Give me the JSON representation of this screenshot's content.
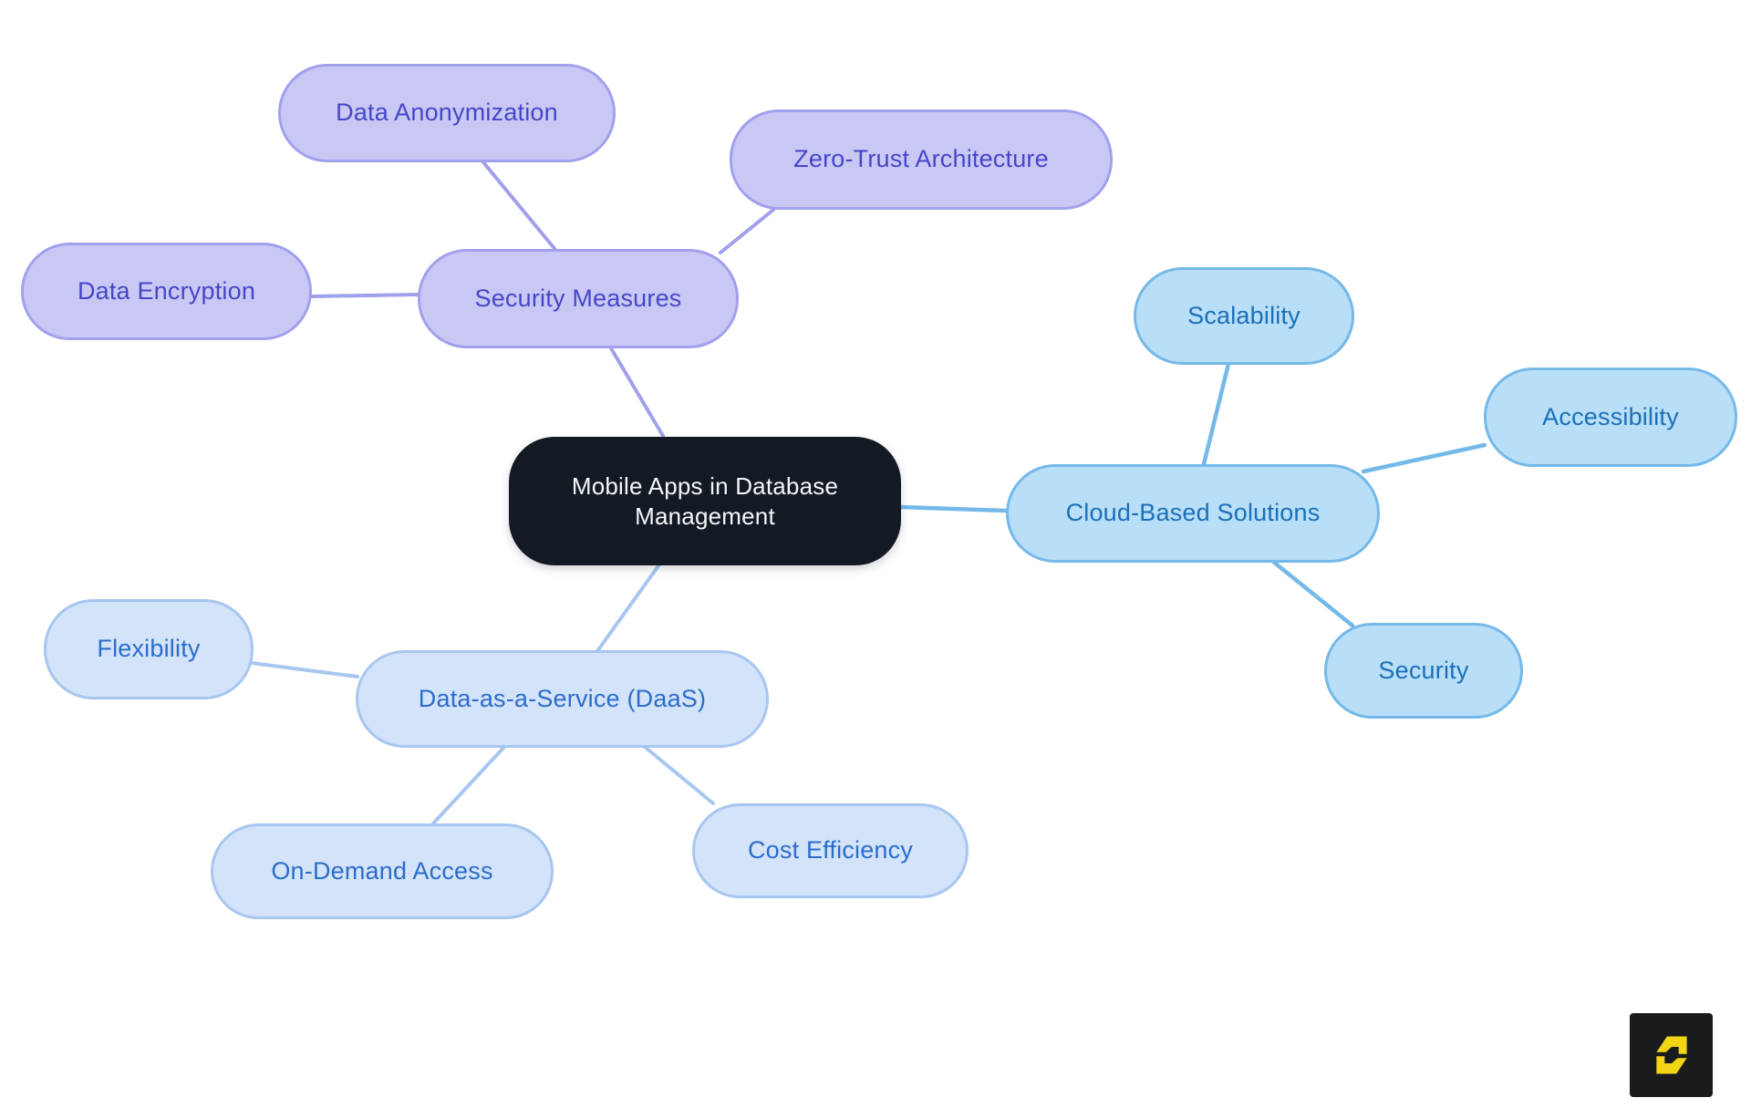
{
  "diagram": {
    "type": "mindmap",
    "background": "#ffffff"
  },
  "central": {
    "label": "Mobile Apps in Database Management",
    "fill": "#131a24",
    "text_color": "#f4f6f8"
  },
  "branches": [
    {
      "label": "Security Measures",
      "fill": "#c9c8f5",
      "border": "#a2a0ed",
      "text_color": "#4646c8",
      "children": [
        {
          "label": "Data Anonymization"
        },
        {
          "label": "Zero-Trust Architecture"
        },
        {
          "label": "Data Encryption"
        }
      ]
    },
    {
      "label": "Cloud-Based Solutions",
      "fill": "#b9def7",
      "border": "#74b9e9",
      "text_color": "#1a70b8",
      "children": [
        {
          "label": "Scalability"
        },
        {
          "label": "Accessibility"
        },
        {
          "label": "Security"
        }
      ]
    },
    {
      "label": "Data-as-a-Service (DaaS)",
      "fill": "#d3e3f9",
      "border": "#a8c6f0",
      "text_color": "#2b6dcb",
      "children": [
        {
          "label": "Flexibility"
        },
        {
          "label": "On-Demand Access"
        },
        {
          "label": "Cost Efficiency"
        }
      ]
    }
  ],
  "logo": {
    "glyph": "S",
    "background": "#1a1b1d",
    "glyph_color": "#f2d513"
  }
}
